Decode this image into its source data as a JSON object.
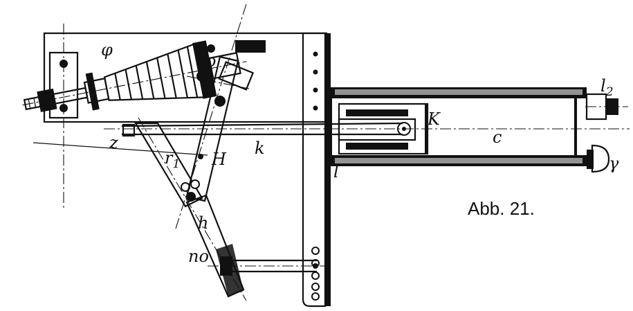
{
  "figure": {
    "caption": "Abb. 21.",
    "labels": {
      "phi": "φ",
      "o": "o",
      "l2": "l",
      "l2_sub": "2",
      "K": "K",
      "c": "c",
      "gamma": "γ",
      "z": "z",
      "k": "k",
      "H": "H",
      "r1": "r",
      "r1_sub": "1",
      "l": "l",
      "h": "h",
      "no": "no"
    },
    "colors": {
      "ink": "#111111",
      "paper": "#ffffff"
    }
  }
}
